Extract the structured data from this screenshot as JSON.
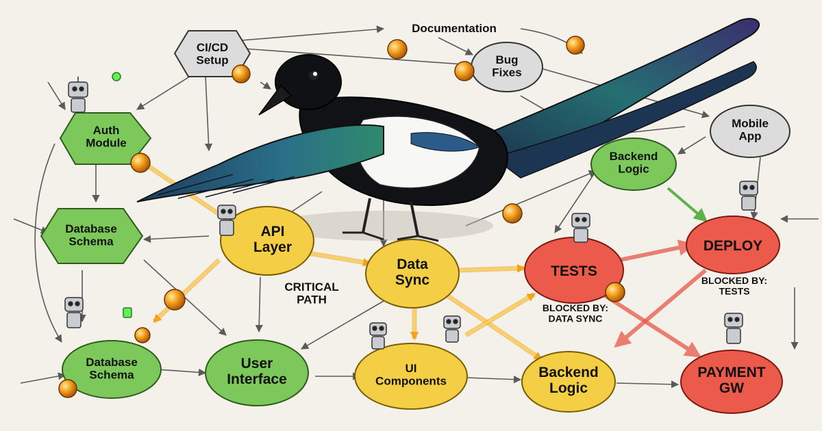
{
  "diagram": {
    "nodes": {
      "cicd": "CI/CD\nSetup",
      "documentation": "Documentation",
      "bug_fixes": "Bug\nFixes",
      "mobile_app": "Mobile\nApp",
      "auth_module": "Auth\nModule",
      "backend_logic_top": "Backend\nLogic",
      "database_schema_top": "Database\nSchema",
      "api_layer": "API\nLayer",
      "data_sync": "Data\nSync",
      "tests": "TESTS",
      "deploy": "DEPLOY",
      "database_schema_bottom": "Database\nSchema",
      "user_interface": "User\nInterface",
      "ui_components": "UI\nComponents",
      "backend_logic_bottom": "Backend\nLogic",
      "payment_gw": "PAYMENT\nGW"
    },
    "annotations": {
      "critical_path": "CRITICAL\nPATH",
      "blocked_by_data_sync": "BLOCKED BY:\nDATA SYNC",
      "blocked_by_tests": "BLOCKED BY:\nTESTS"
    },
    "colors": {
      "green": "#7cc85a",
      "yellow": "#f4cf45",
      "red": "#ec5a4c",
      "gray": "#dcdcdc",
      "critical": "#f2a51a"
    }
  }
}
